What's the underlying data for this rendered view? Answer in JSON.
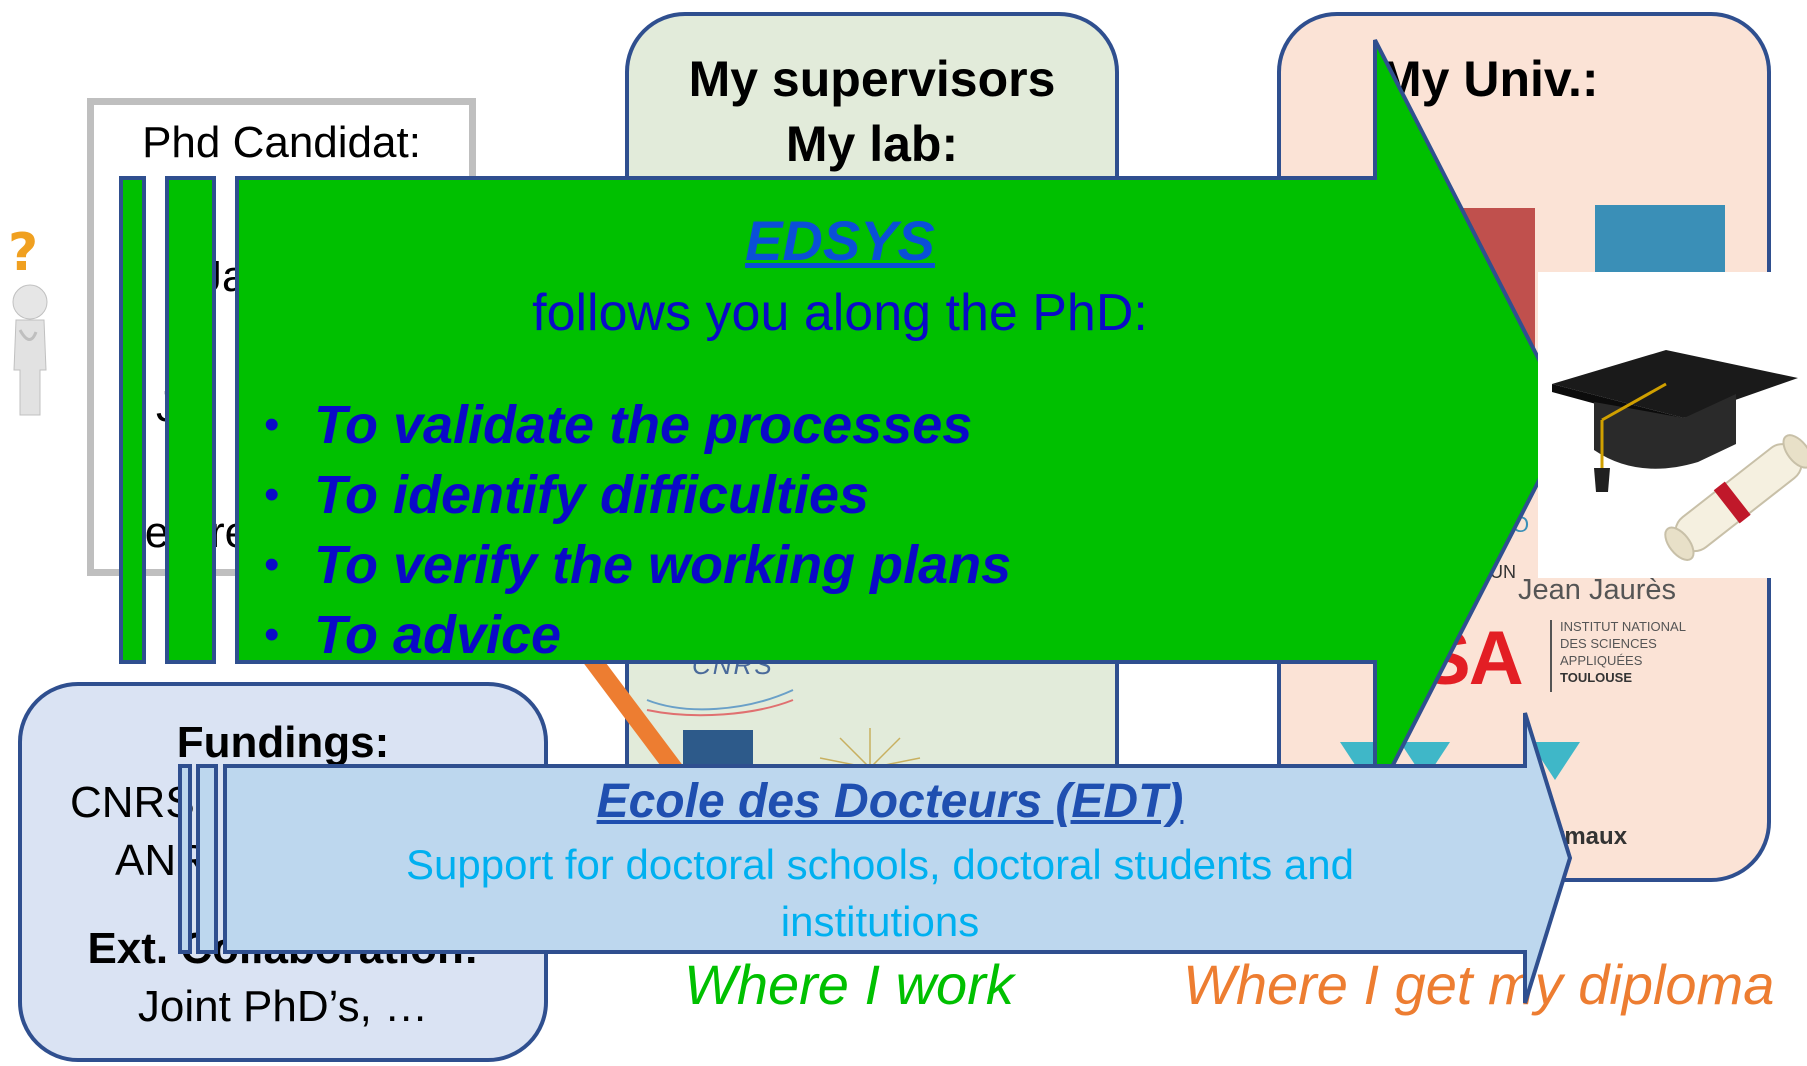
{
  "candidate": {
    "title": "Phd Candidat:",
    "partial_lines": [
      "Ja",
      "Jo",
      "ie",
      "re"
    ]
  },
  "lab": {
    "title_line1": "My supervisors",
    "title_line2": "My lab:",
    "caption": "Where I work",
    "logo_text": "CNRS"
  },
  "univ": {
    "title": "My Univ.:",
    "caption": "Where I get my diploma",
    "logos": {
      "jean_jaures": "Jean Jaurès",
      "insa_letters": "SA",
      "insa_line1": "INSTITUT NATIONAL",
      "insa_line2": "DES SCIENCES",
      "insa_line3": "APPLIQUÉES",
      "insa_line4": "TOULOUSE",
      "ermaux": "rmaux",
      "un_fragment": "UN",
      "o_fragment": "O"
    }
  },
  "fundings": {
    "title": "Fundings:",
    "line1": "CNRS",
    "line2": "ANR",
    "ext_title": "Ext. Collaboration:",
    "ext_line": "Joint PhD’s, …"
  },
  "edsys": {
    "name": "EDSYS",
    "subtitle": "follows you along the PhD:",
    "bullets": [
      "To validate the processes",
      "To identify difficulties",
      "To verify the working plans",
      "To advice"
    ]
  },
  "edt": {
    "name": "Ecole des Docteurs (EDT)",
    "description": "Support for doctoral schools, doctoral students and institutions"
  },
  "icons": [
    "question-person-icon",
    "graduation-cap-diploma-icon"
  ],
  "colors": {
    "arrow_green": "#00c000",
    "arrow_blue": "#bdd7ee",
    "box_border": "#2f4f8f",
    "lab_fill": "#e2ebda",
    "univ_fill": "#fbe3d6",
    "fund_fill": "#dae3f3",
    "text_blue": "#0a0ac8",
    "edt_dark_blue": "#1f4fb0",
    "edt_light_blue": "#00b0f0",
    "caption_green": "#00c000",
    "caption_orange": "#ed7d31"
  }
}
